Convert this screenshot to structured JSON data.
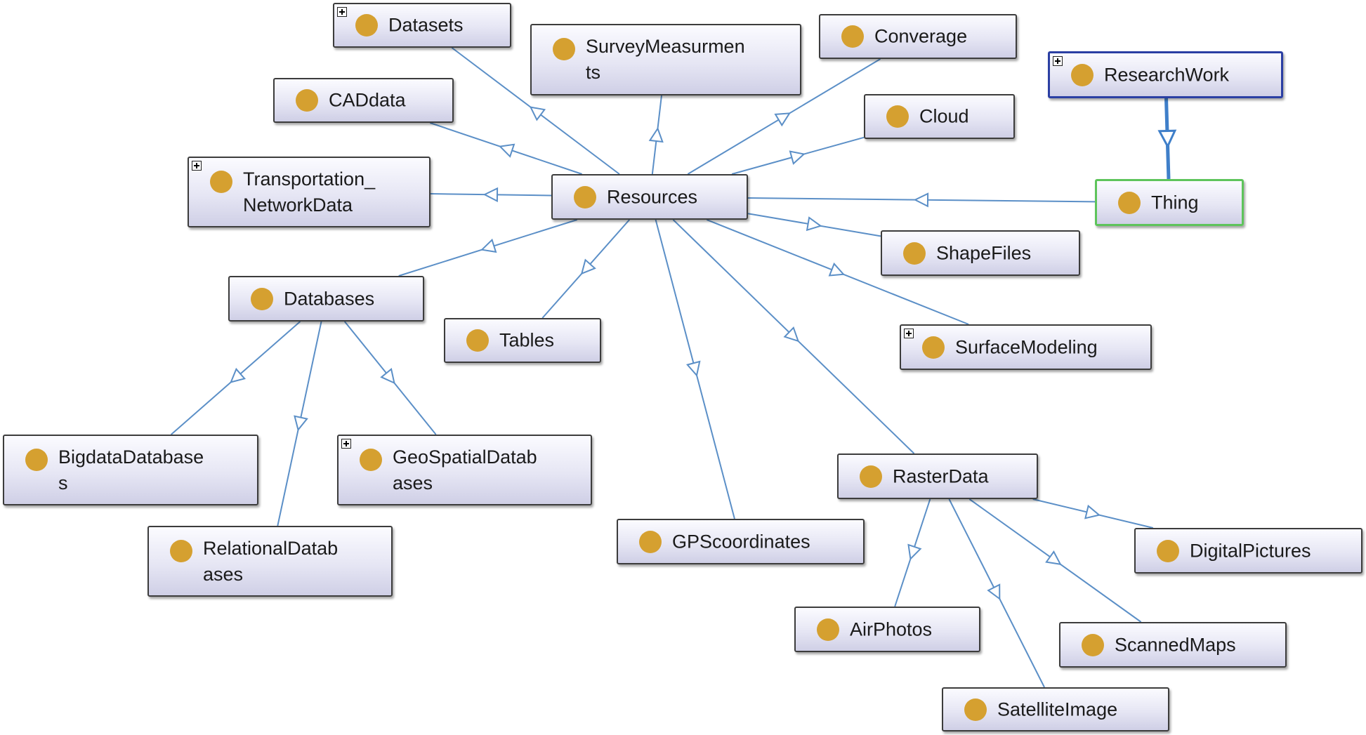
{
  "nodes": {
    "datasets": {
      "label": "Datasets",
      "expandable": true
    },
    "surveymeasurements": {
      "label": "SurveyMeasurmen\nts",
      "expandable": false
    },
    "converage": {
      "label": "Converage",
      "expandable": false
    },
    "researchwork": {
      "label": "ResearchWork",
      "expandable": true
    },
    "caddata": {
      "label": "CADdata",
      "expandable": false
    },
    "cloud": {
      "label": "Cloud",
      "expandable": false
    },
    "transportation": {
      "label": "Transportation_\nNetworkData",
      "expandable": true
    },
    "resources": {
      "label": "Resources",
      "expandable": false
    },
    "thing": {
      "label": "Thing",
      "expandable": false
    },
    "shapefiles": {
      "label": "ShapeFiles",
      "expandable": false
    },
    "databases": {
      "label": "Databases",
      "expandable": false
    },
    "tables": {
      "label": "Tables",
      "expandable": false
    },
    "surfacemodeling": {
      "label": "SurfaceModeling",
      "expandable": true
    },
    "bigdata": {
      "label": "BigdataDatabase\ns",
      "expandable": false
    },
    "geospatial": {
      "label": "GeoSpatialDatab\nases",
      "expandable": true
    },
    "rasterdata": {
      "label": "RasterData",
      "expandable": false
    },
    "relational": {
      "label": "RelationalDatab\nases",
      "expandable": false
    },
    "gpscoordinates": {
      "label": "GPScoordinates",
      "expandable": false
    },
    "digitalpictures": {
      "label": "DigitalPictures",
      "expandable": false
    },
    "airphotos": {
      "label": "AirPhotos",
      "expandable": false
    },
    "scannedmaps": {
      "label": "ScannedMaps",
      "expandable": false
    },
    "satelliteimage": {
      "label": "SatelliteImage",
      "expandable": false
    }
  },
  "edges": [
    {
      "from": "researchwork",
      "to": "thing"
    },
    {
      "from": "thing",
      "to": "resources"
    },
    {
      "from": "resources",
      "to": "datasets"
    },
    {
      "from": "resources",
      "to": "surveymeasurements"
    },
    {
      "from": "resources",
      "to": "converage"
    },
    {
      "from": "resources",
      "to": "caddata"
    },
    {
      "from": "resources",
      "to": "cloud"
    },
    {
      "from": "resources",
      "to": "transportation"
    },
    {
      "from": "resources",
      "to": "shapefiles"
    },
    {
      "from": "resources",
      "to": "databases"
    },
    {
      "from": "resources",
      "to": "tables"
    },
    {
      "from": "resources",
      "to": "surfacemodeling"
    },
    {
      "from": "resources",
      "to": "gpscoordinates"
    },
    {
      "from": "resources",
      "to": "rasterdata"
    },
    {
      "from": "databases",
      "to": "bigdata"
    },
    {
      "from": "databases",
      "to": "relational"
    },
    {
      "from": "databases",
      "to": "geospatial"
    },
    {
      "from": "rasterdata",
      "to": "digitalpictures"
    },
    {
      "from": "rasterdata",
      "to": "airphotos"
    },
    {
      "from": "rasterdata",
      "to": "scannedmaps"
    },
    {
      "from": "rasterdata",
      "to": "satelliteimage"
    }
  ],
  "colors": {
    "edge": "#5b8fc7",
    "root_edge": "#3f7fc9",
    "dot": "#d5a030"
  }
}
